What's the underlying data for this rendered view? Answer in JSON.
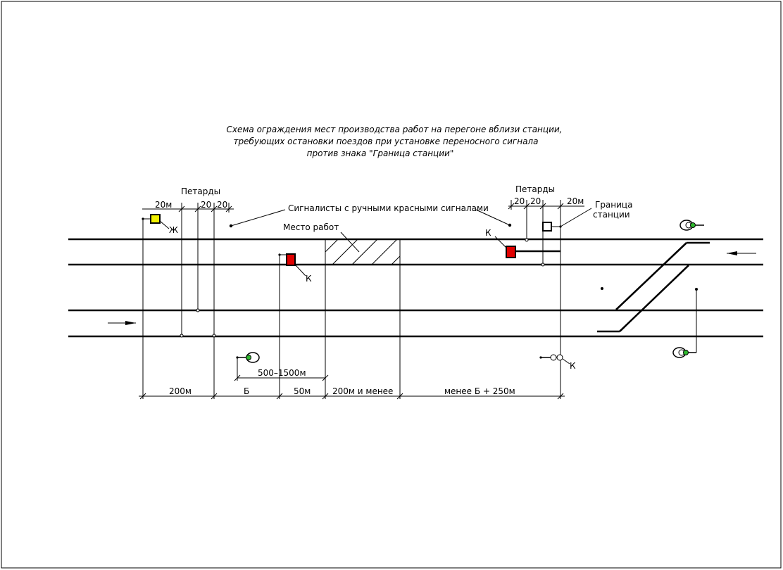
{
  "title_lines": [
    "Схема ограждения мест производства работ на перегоне вблизи станции,",
    "требующих остановки поездов при установке переносного сигнала",
    "против знака \"Граница станции\""
  ],
  "labels": {
    "petards_left": "Петарды",
    "petards_right": "Петарды",
    "signalmen": "Сигналисты с ручными красными сигналами",
    "work_place": "Место работ",
    "station_border_line1": "Граница",
    "station_border_line2": "станции",
    "yellow_signal": "Ж",
    "red_signal_bottom": "К",
    "red_signal_top": "К",
    "signal_k_lower": "К",
    "dim_500_1500": "500–1500м"
  },
  "petard_dims_left": [
    "20м",
    "20",
    "20"
  ],
  "petard_dims_right": [
    "20",
    "20",
    "20м"
  ],
  "bottom_dims": [
    "200м",
    "Б",
    "50м",
    "200м и менее",
    "менее Б + 250м"
  ],
  "colors": {
    "red_signal": "#e00000",
    "yellow_signal": "#f2f200",
    "green_light": "#2eb82e",
    "line": "#000000"
  }
}
